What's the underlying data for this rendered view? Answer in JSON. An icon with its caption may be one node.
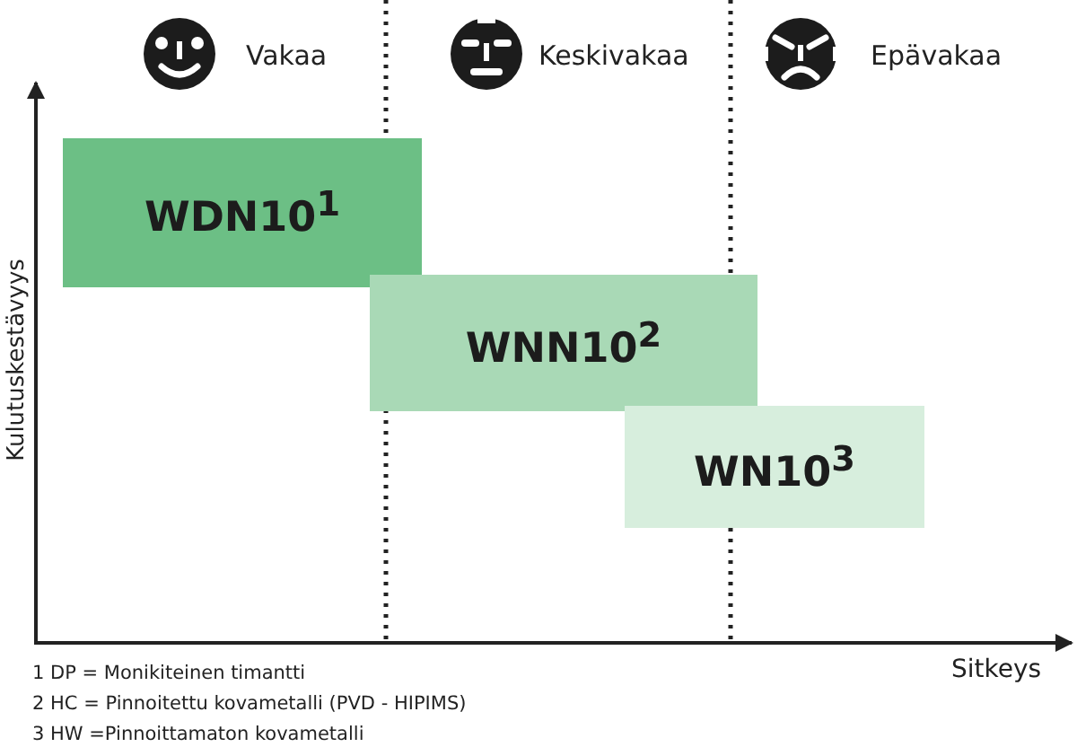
{
  "diagram": {
    "nodes": [
      {
        "text": [
          "WDN10$^{1}$"
        ]
      },
      {
        "text": [
          "WNN10$^{2}$"
        ]
      },
      {
        "text": [
          "WN10$^{3}$"
        ]
      }
    ],
    "labels": [
      "Vakaa",
      "Keskivakaa",
      "Epävakaa",
      "Kulutuskestävyys",
      "Sitkeys",
      "1 DP = Monikiteinen timantti",
      "2 HC = Pinnoitettu kovametalli (PVD - HIPIMS)",
      "3 HW =Pinnoittamaton kovametalli"
    ]
  }
}
